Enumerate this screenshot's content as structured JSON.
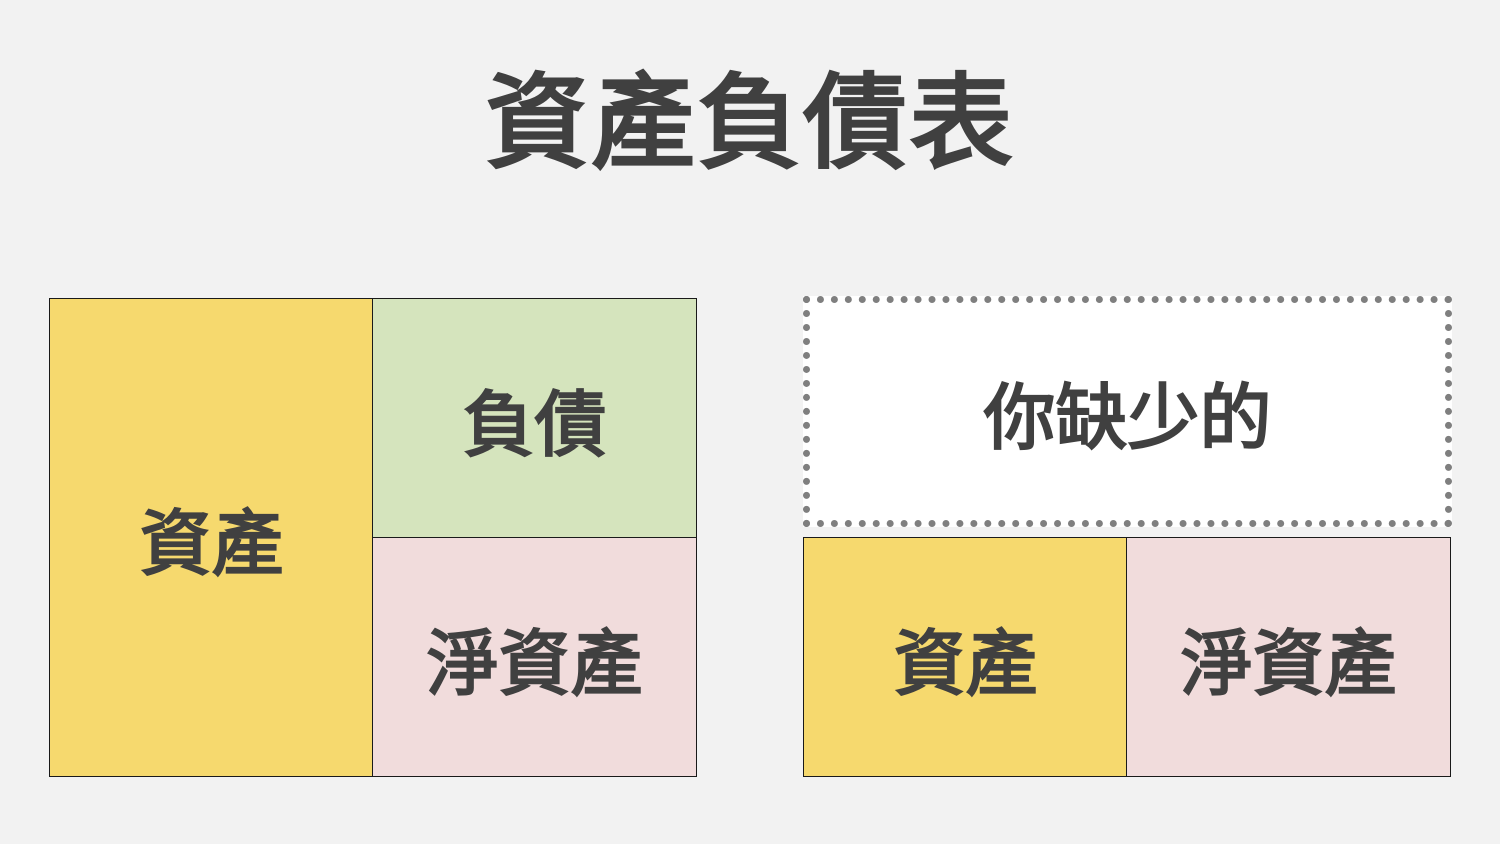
{
  "title": "資產負債表",
  "left_diagram": {
    "assets": "資產",
    "liabilities": "負債",
    "net_assets": "淨資產"
  },
  "right_diagram": {
    "missing_label": "你缺少的",
    "assets": "資產",
    "net_assets": "淨資產"
  },
  "colors": {
    "background": "#f2f2f2",
    "assets": "#f6d96e",
    "liabilities": "#d5e4bd",
    "net_assets": "#f1dcdc",
    "missing_fill": "#ffffff",
    "missing_border": "#7f7f7f",
    "text": "#404040"
  }
}
